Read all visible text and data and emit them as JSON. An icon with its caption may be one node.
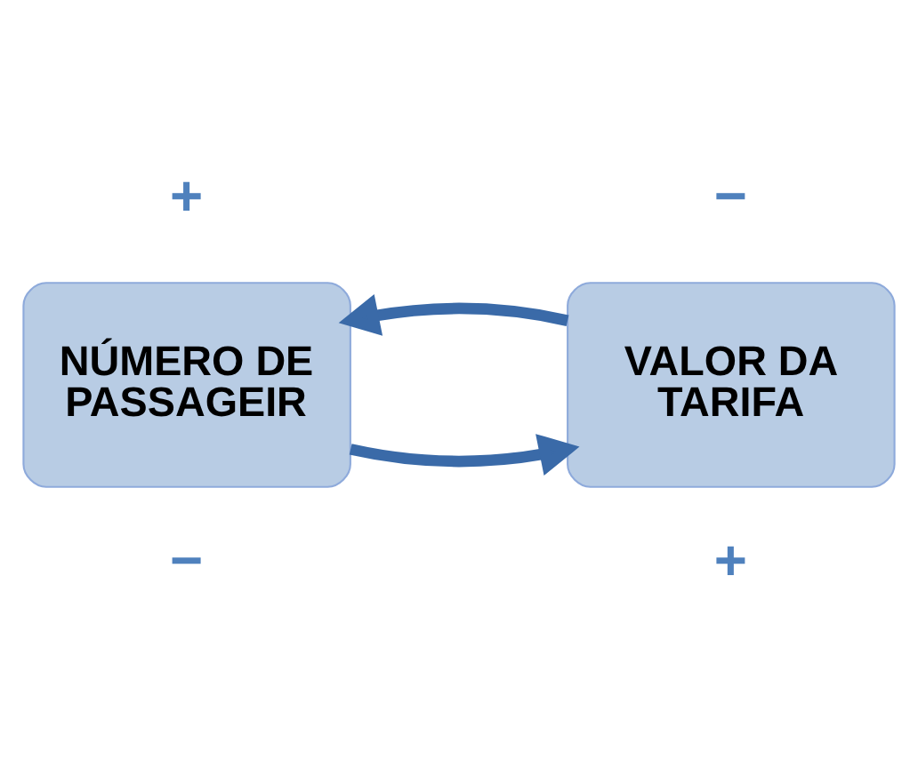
{
  "diagram": {
    "nodes": [
      {
        "text": [
          "NÚMERO DE PASSAGEIR"
        ]
      },
      {
        "text": [
          "VALOR DA TARIFA"
        ]
      }
    ],
    "edges": [
      {
        "from": 0,
        "to": 1,
        "arrow": "to"
      },
      {
        "from": 1,
        "to": 0,
        "arrow": "to"
      }
    ],
    "labels": [
      "+",
      "−",
      "−",
      "+"
    ]
  }
}
